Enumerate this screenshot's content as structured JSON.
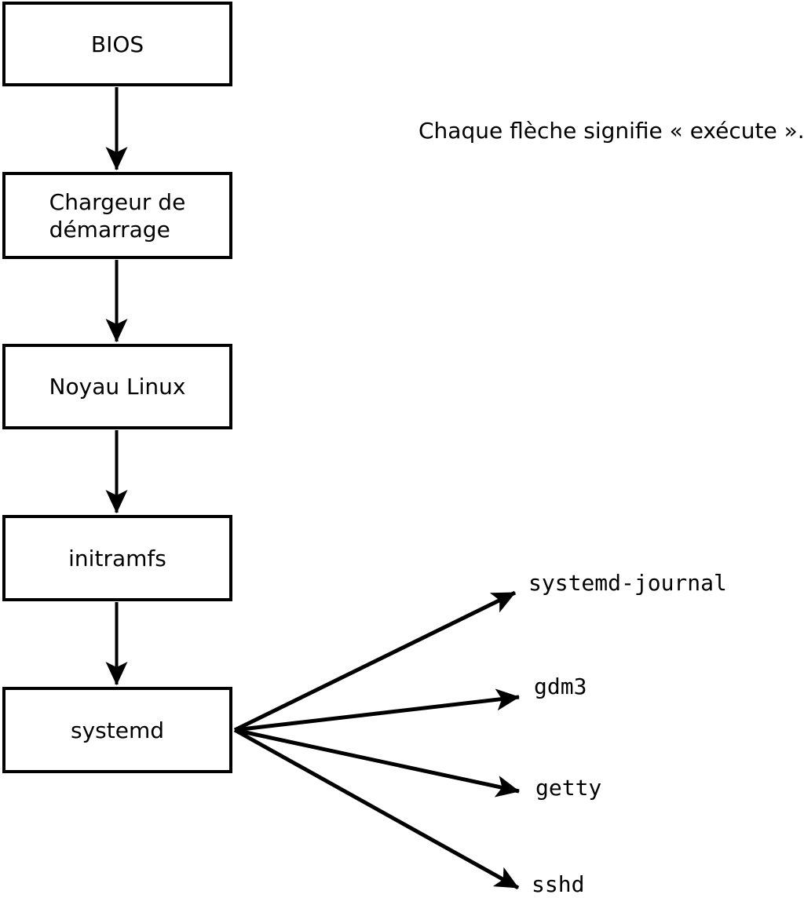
{
  "colors": {
    "line": "#000000",
    "background": "#ffffff",
    "box_fill": "#ffffff"
  },
  "annotation": {
    "text": "Chaque flèche signifie « exécute »."
  },
  "chain": [
    {
      "id": "bios",
      "label": "BIOS"
    },
    {
      "id": "bootloader",
      "label": "Chargeur de\ndémarrage"
    },
    {
      "id": "kernel",
      "label": "Noyau Linux"
    },
    {
      "id": "initramfs",
      "label": "initramfs"
    },
    {
      "id": "systemd",
      "label": "systemd"
    }
  ],
  "spawned_processes": [
    {
      "id": "systemd-journal",
      "label": "systemd-journal"
    },
    {
      "id": "gdm3",
      "label": "gdm3"
    },
    {
      "id": "getty",
      "label": "getty"
    },
    {
      "id": "sshd",
      "label": "sshd"
    }
  ]
}
